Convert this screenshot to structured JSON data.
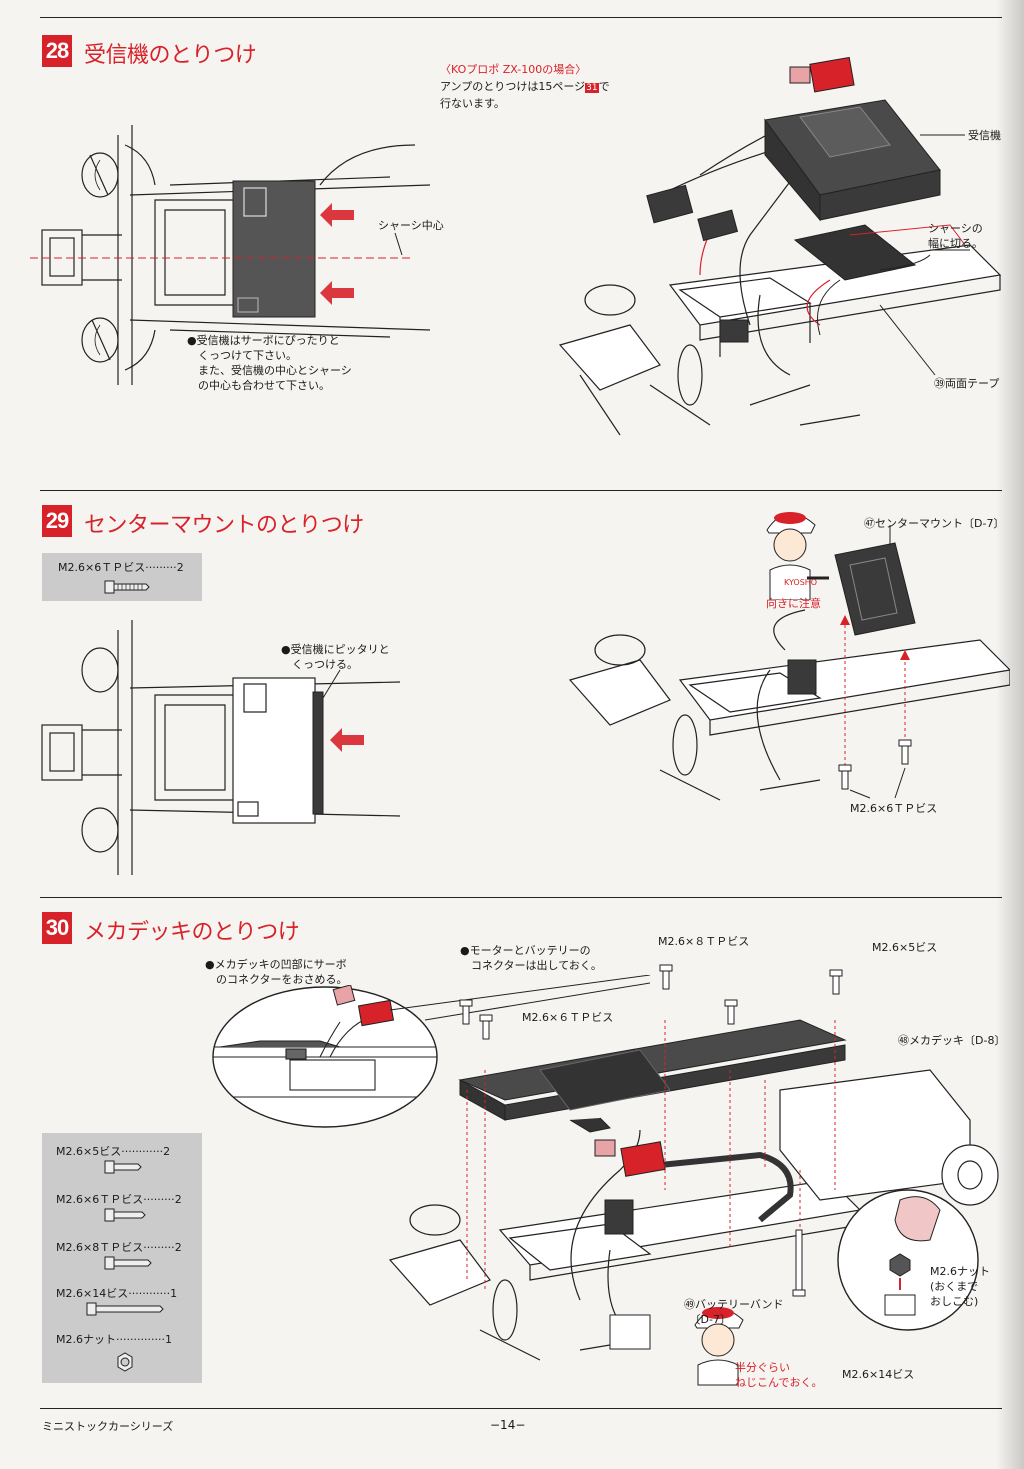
{
  "steps": [
    {
      "number": "28",
      "title": "受信機のとりつけ",
      "note_ko": "〈KOプロポ ZX-100の場合〉",
      "note_ko_body": "アンプのとりつけは15ページ",
      "note_ko_ref": "31",
      "note_ko_tail": "で\n行ないます。",
      "label_chassis_center": "シャーシ中心",
      "label_receiver": "受信機",
      "label_cut": "シャーシの\n幅に切る。",
      "label_tape": "㊴両面テープ",
      "instruction": "●受信機はサーボにぴったりと\n　くっつけて下さい。\n　また、受信機の中心とシャーシ\n　の中心も合わせて下さい。"
    },
    {
      "number": "29",
      "title": "センターマウントのとりつけ",
      "parts": [
        {
          "name": "M2.6×6ＴＰビス",
          "qty": "2"
        }
      ],
      "label_mount": "㊼センターマウント〔D-7〕",
      "label_direction": "向きに注意",
      "label_screw": "M2.6×6ＴＰビス",
      "instruction": "●受信機にピッタリと\n　くっつける。"
    },
    {
      "number": "30",
      "title": "メカデッキのとりつけ",
      "instruction_servo": "●メカデッキの凹部にサーボ\n　のコネクターをおさめる。",
      "instruction_motor": "●モーターとバッテリーの\n　コネクターは出しておく。",
      "label_screw_8tp": "M2.6×８ＴＰビス",
      "label_screw_5": "M2.6×5ビス",
      "label_screw_6tp": "M2.6×６ＴＰビス",
      "label_deck": "㊽メカデッキ〔D-8〕",
      "label_nut": "M2.6ナット\n(おくまで\nおしこむ)",
      "label_band": "㊾バッテリーバンド\n　〔D-7〕",
      "label_half": "半分ぐらい\nねじこんでおく。",
      "label_screw_14": "M2.6×14ビス",
      "parts": [
        {
          "name": "M2.6×5ビス",
          "qty": "2"
        },
        {
          "name": "M2.6×6ＴＰビス",
          "qty": "2"
        },
        {
          "name": "M2.6×8ＴＰビス",
          "qty": "2"
        },
        {
          "name": "M2.6×14ビス",
          "qty": "1"
        },
        {
          "name": "M2.6ナット",
          "qty": "1"
        }
      ]
    }
  ],
  "footer": {
    "series": "ミニストックカーシリーズ",
    "page": "−14−"
  },
  "colors": {
    "accent": "#d8222a",
    "parts_bg": "#cbcbcb",
    "dark_part": "#4a4a4a"
  }
}
